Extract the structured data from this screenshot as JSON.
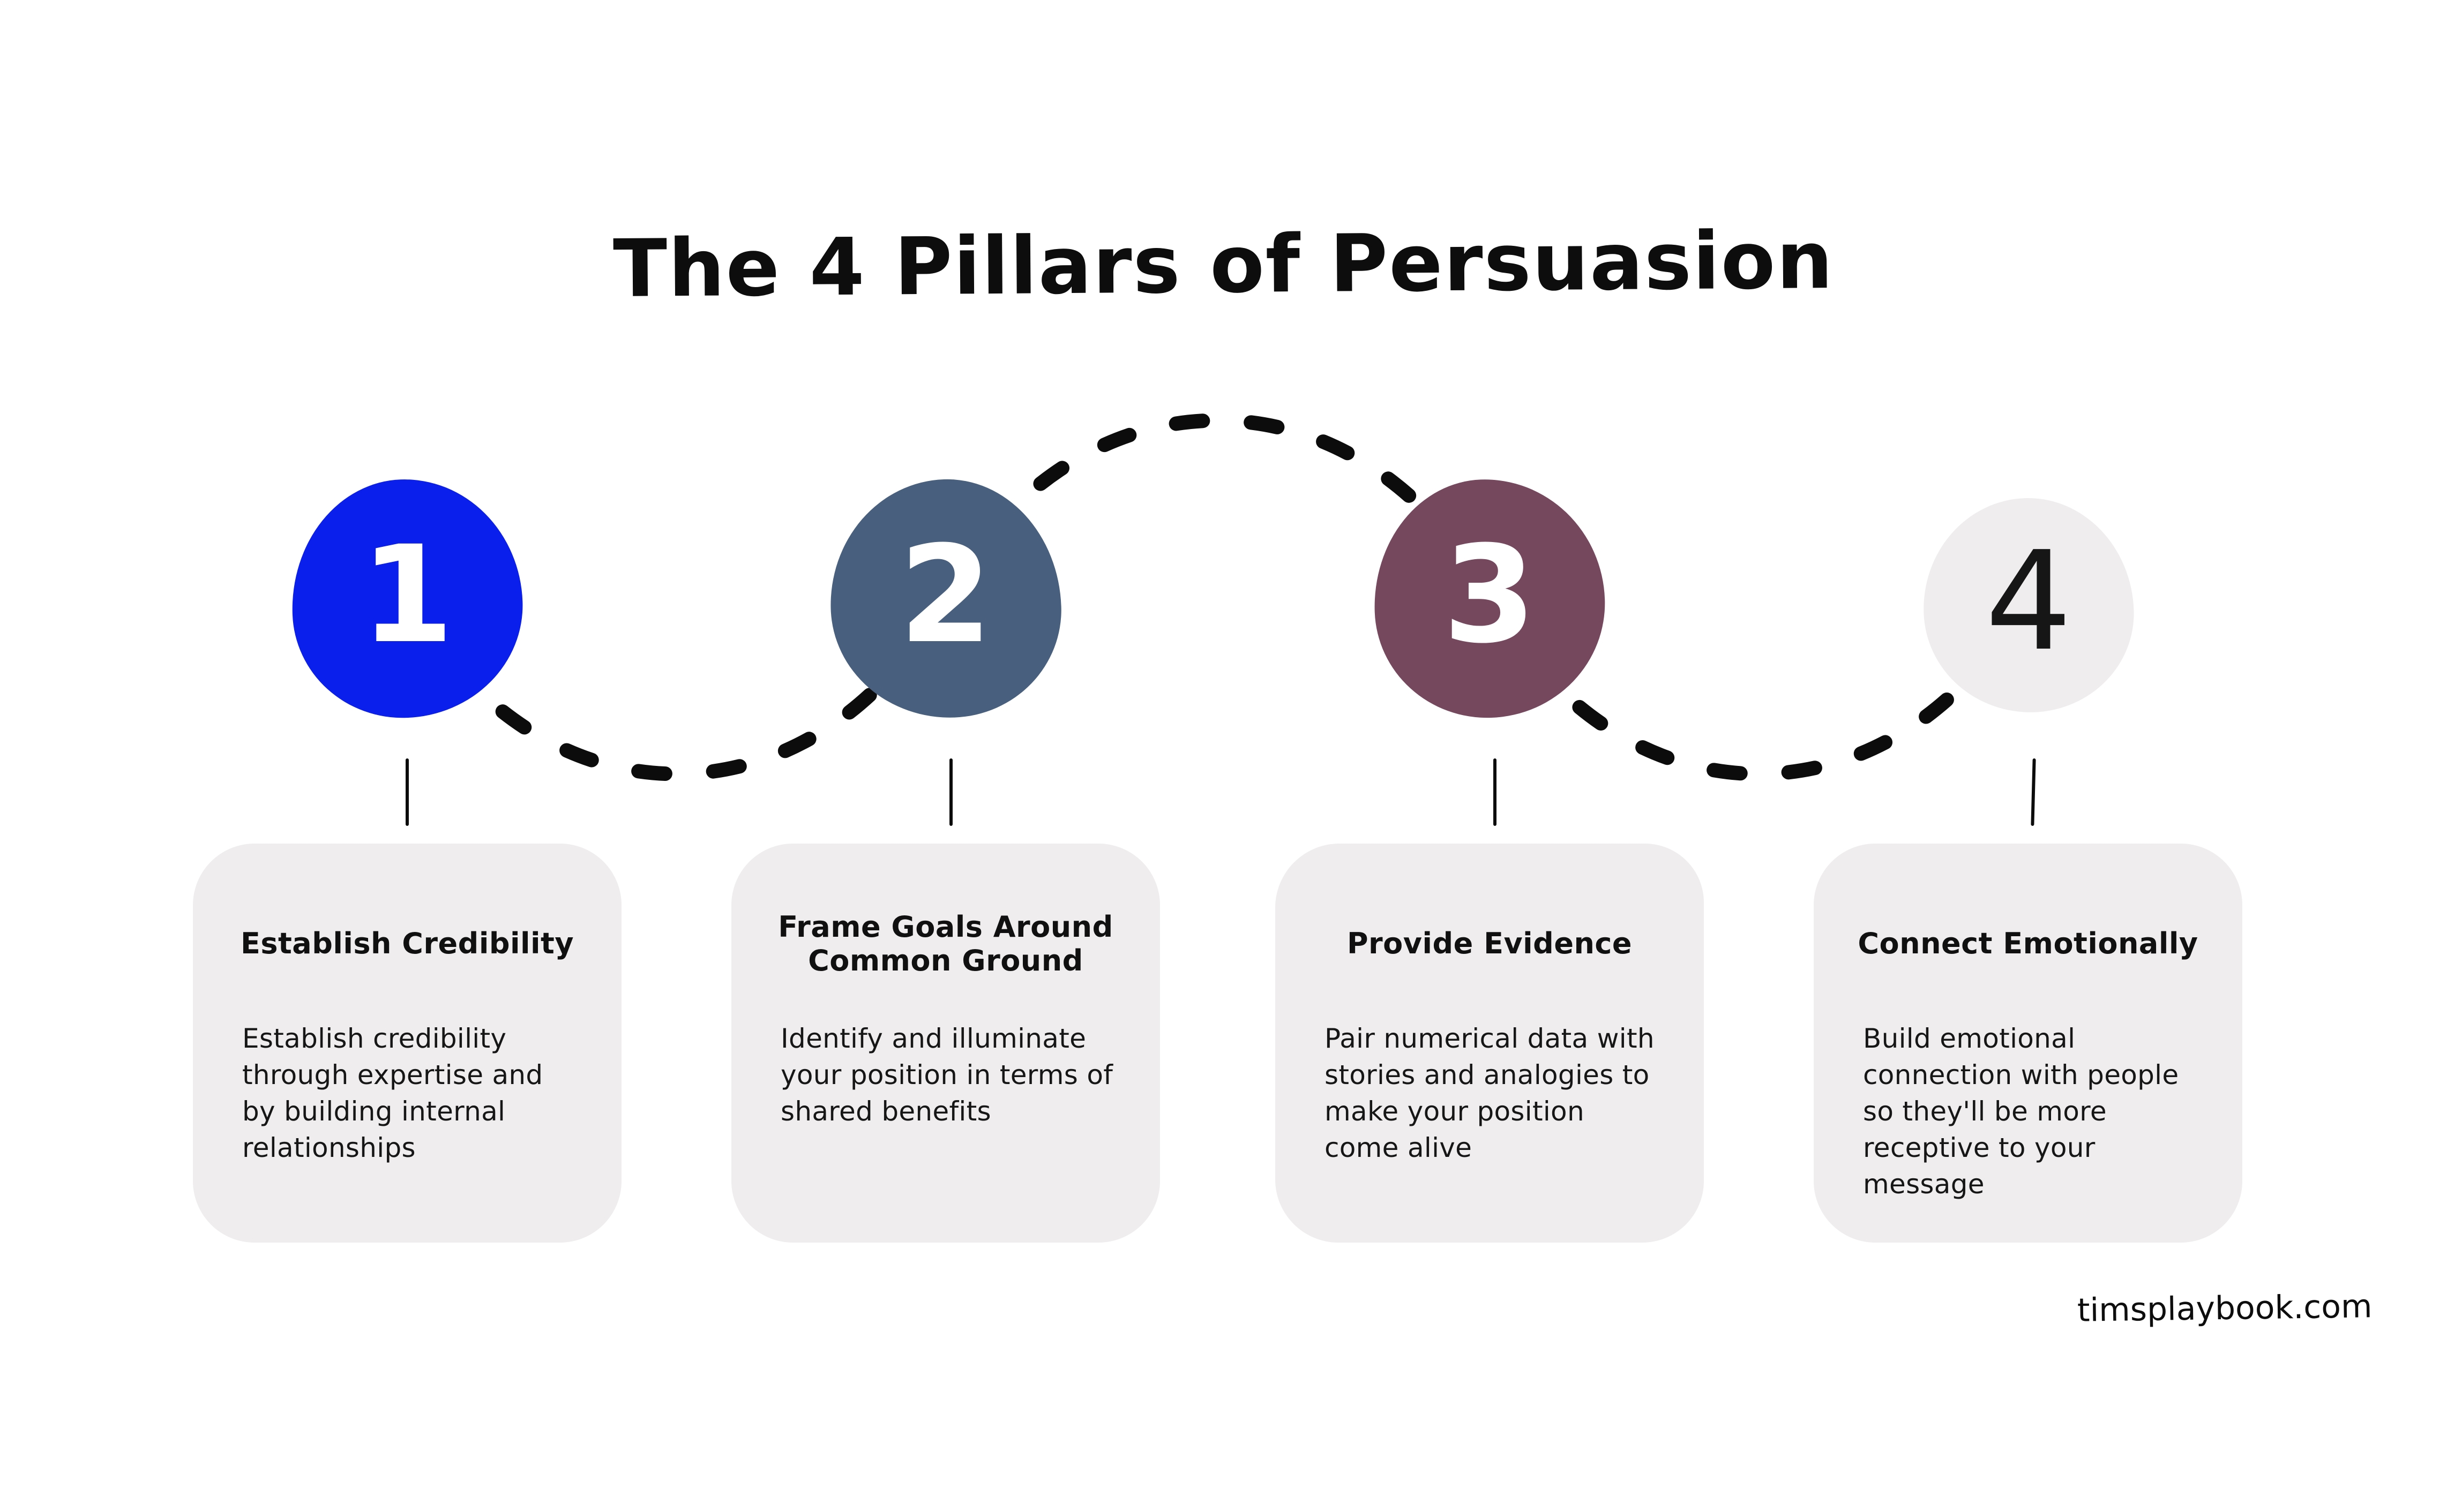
{
  "title": "The 4 Pillars of Persuasion",
  "watermark": "timsplaybook.com",
  "colors": {
    "background": "#ffffff",
    "card_bg": "#efedee",
    "connector": "#0c0c0c"
  },
  "steps": [
    {
      "number": "1",
      "circle_color": "#0a1eec",
      "number_color": "#ffffff",
      "card_title": "Establish Credibility",
      "card_body": "Establish credibility through expertise and by building internal relationships"
    },
    {
      "number": "2",
      "circle_color": "#48607e",
      "number_color": "#ffffff",
      "card_title": "Frame Goals Around Common Ground",
      "card_body": "Identify and illuminate your position in terms of shared benefits"
    },
    {
      "number": "3",
      "circle_color": "#76485d",
      "number_color": "#ffffff",
      "card_title": "Provide Evidence",
      "card_body": "Pair numerical data with stories and analogies to make your position come alive"
    },
    {
      "number": "4",
      "circle_color": "#efedee",
      "number_color": "#161616",
      "card_title": "Connect Emotionally",
      "card_body": "Build emotional connection with people so they'll be more receptive to your message"
    }
  ]
}
